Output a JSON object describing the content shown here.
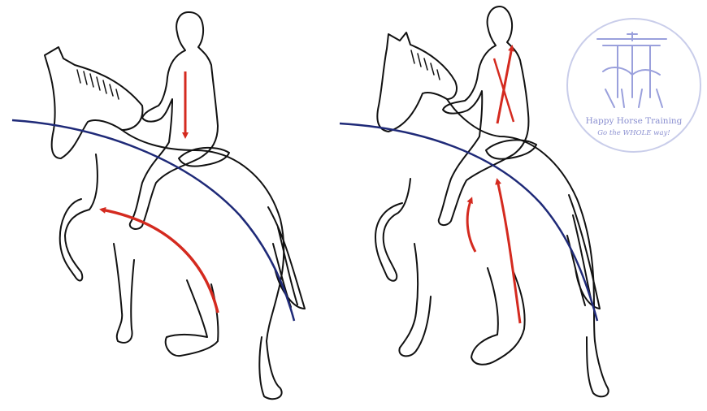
{
  "colors": {
    "outline": "#111111",
    "force_arrow": "#d42a1f",
    "bend_line": "#1f2a78",
    "logo_ring": "#c9cdea",
    "logo_text": "#8a8fd0"
  },
  "figures": [
    {
      "name": "left-horse-and-rider",
      "arrows": [
        "rider-down",
        "hind-leg-forward"
      ]
    },
    {
      "name": "right-horse-and-rider",
      "arrows": [
        "rider-up",
        "belly-lift",
        "back-lift"
      ]
    }
  ],
  "logo": {
    "title": "Happy Horse Training",
    "tagline": "Go the WHOLE way!",
    "icon": "horse-rider-emblem-icon"
  }
}
